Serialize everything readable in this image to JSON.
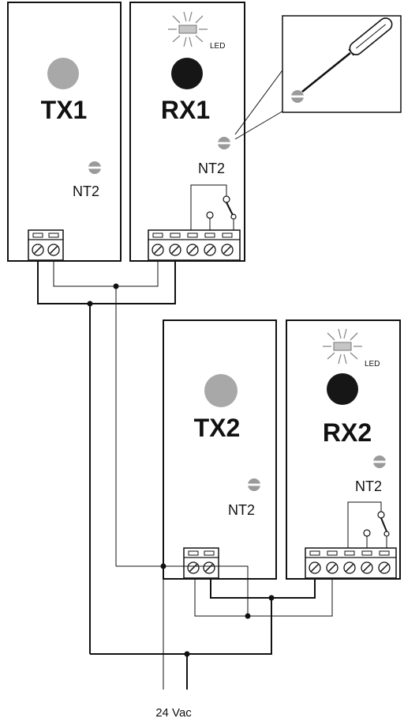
{
  "units": {
    "tx1": {
      "title": "TX1",
      "trimmer_label": "NT2"
    },
    "rx1": {
      "title": "RX1",
      "trimmer_label": "NT2",
      "led_label": "LED"
    },
    "tx2": {
      "title": "TX2",
      "trimmer_label": "NT2"
    },
    "rx2": {
      "title": "RX2",
      "trimmer_label": "NT2",
      "led_label": "LED"
    }
  },
  "power": {
    "label": "24 Vac"
  },
  "colors": {
    "lens_tx": "#a8a8a8",
    "lens_rx": "#161616",
    "trimmer": "#9a9a9a",
    "line": "#111111"
  }
}
